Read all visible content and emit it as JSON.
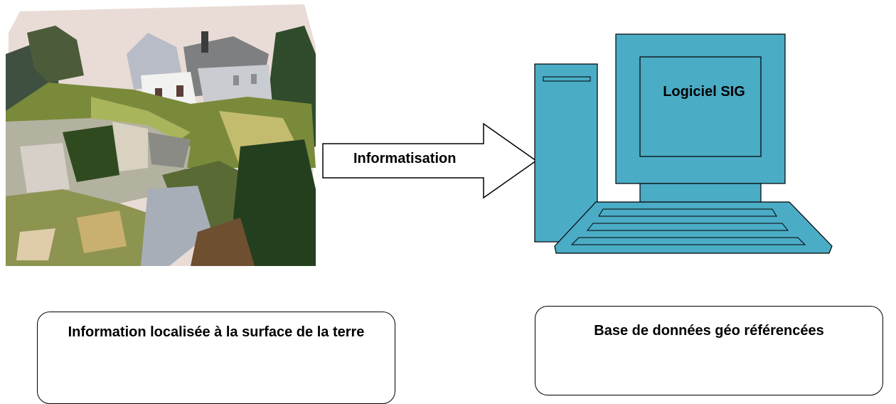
{
  "diagram": {
    "arrow_label": "Informatisation",
    "monitor_label": "Logiciel SIG",
    "left_box_text": "Information localisée à la surface de la terre",
    "right_box_text": "Base de données géo référencées"
  },
  "colors": {
    "computer_fill": "#4bacc6",
    "outline": "#000000",
    "arrow_fill": "#ffffff"
  },
  "icons": {
    "landscape": "landscape-illustration",
    "computer": "computer-icon",
    "arrow": "arrow-right-icon"
  }
}
